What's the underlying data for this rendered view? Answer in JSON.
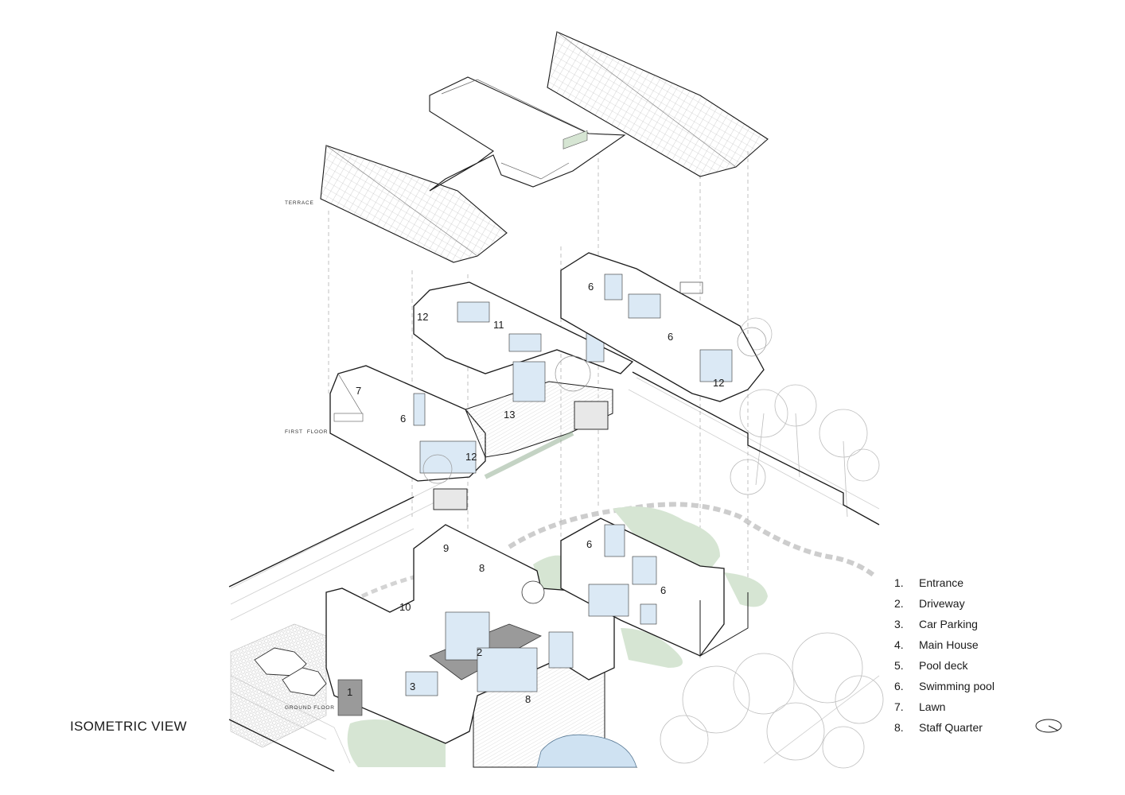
{
  "title": "ISOMETRIC VIEW",
  "levels": {
    "terrace": "TERRACE",
    "first_floor": "FIRST  FLOOR",
    "ground_floor": "GROUND FLOOR"
  },
  "legend": [
    {
      "num": "1.",
      "label": "Entrance"
    },
    {
      "num": "2.",
      "label": "Driveway"
    },
    {
      "num": "3.",
      "label": "Car Parking"
    },
    {
      "num": "4.",
      "label": "Main House"
    },
    {
      "num": "5.",
      "label": "Pool deck"
    },
    {
      "num": "6.",
      "label": "Swimming pool"
    },
    {
      "num": "7.",
      "label": "Lawn"
    },
    {
      "num": "8.",
      "label": "Staff Quarter"
    }
  ],
  "room_labels": {
    "first_floor": [
      "6",
      "12",
      "11",
      "6",
      "7",
      "6",
      "13",
      "12",
      "12"
    ],
    "ground_floor": [
      "9",
      "8",
      "6",
      "6",
      "10",
      "2",
      "3",
      "1",
      "8"
    ]
  },
  "colors": {
    "line": "#1a1a1a",
    "glass": "#dbe9f5",
    "lawn": "#d6e5d3",
    "floor_dark": "#9a9a9a",
    "pool": "#cfe2f2"
  },
  "icons": {
    "north": "north-arrow-icon"
  }
}
